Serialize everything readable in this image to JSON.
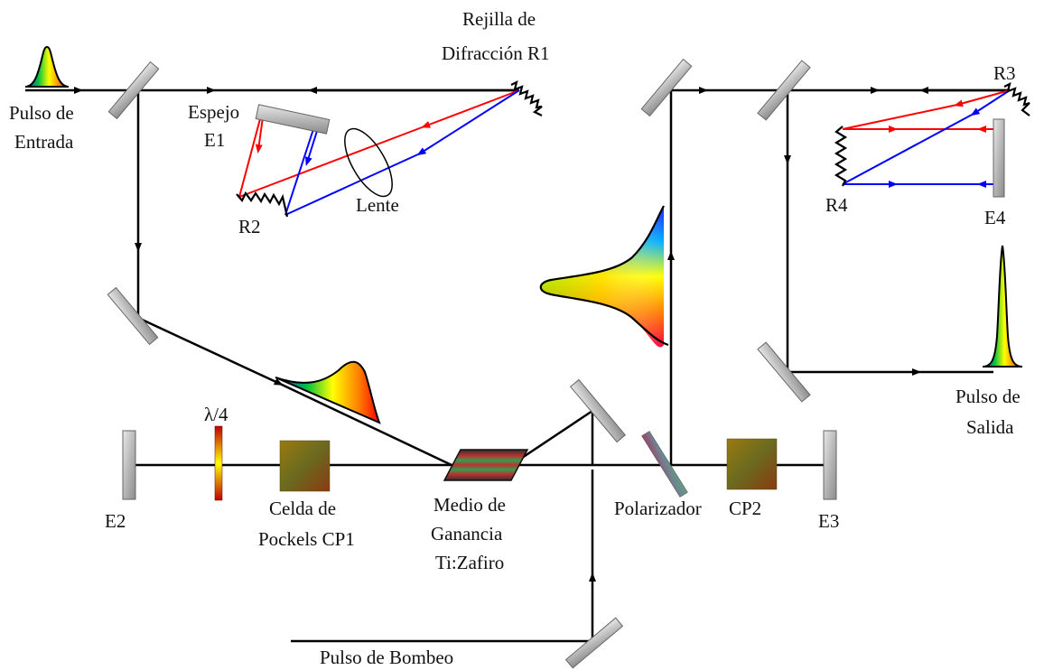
{
  "labels": {
    "pulse_in_1": "Pulso de",
    "pulse_in_2": "Entrada",
    "grating_r1_1": "Rejilla de",
    "grating_r1_2": "Difracción R1",
    "mirror_e1_1": "Espejo",
    "mirror_e1_2": "E1",
    "grating_r2": "R2",
    "lens": "Lente",
    "grating_r3": "R3",
    "grating_r4": "R4",
    "mirror_e4": "E4",
    "pulse_out_1": "Pulso de",
    "pulse_out_2": "Salida",
    "quarter_wave": "λ/4",
    "mirror_e2": "E2",
    "pockels_1": "Celda de",
    "pockels_2": "Pockels CP1",
    "gain_1": "Medio de",
    "gain_2": "Ganancia",
    "gain_3": "Ti:Zafiro",
    "polarizer": "Polarizador",
    "pockels_cp2": "CP2",
    "mirror_e3": "E3",
    "pump": "Pulso de Bombeo"
  },
  "colors": {
    "beam": "#000000",
    "red_beam": "#ff0000",
    "blue_beam": "#0000ff",
    "mirror_fill": "#c0c0c0",
    "pockels_fill": "#8a6a1c"
  }
}
